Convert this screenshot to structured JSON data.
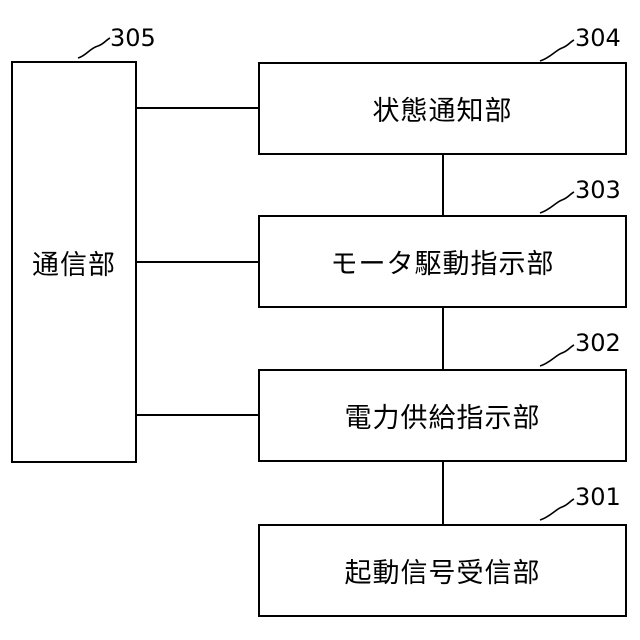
{
  "blocks": {
    "communication": {
      "label": "通信部",
      "ref": "305"
    },
    "status_notification": {
      "label": "状態通知部",
      "ref": "304"
    },
    "motor_drive_instruction": {
      "label": "モータ駆動指示部",
      "ref": "303"
    },
    "power_supply_instruction": {
      "label": "電力供給指示部",
      "ref": "302"
    },
    "activation_signal_receiver": {
      "label": "起動信号受信部",
      "ref": "301"
    }
  }
}
